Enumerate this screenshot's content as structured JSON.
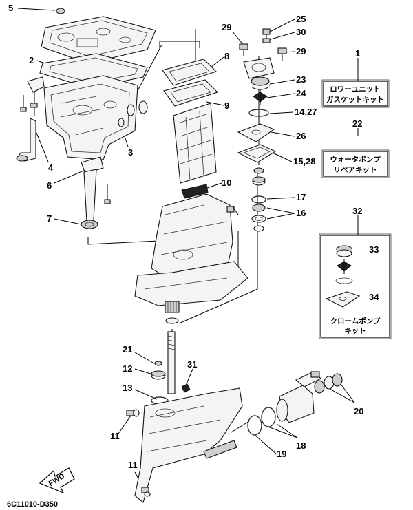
{
  "diagram": {
    "callouts": [
      {
        "id": "c5",
        "text": "5"
      },
      {
        "id": "c2",
        "text": "2"
      },
      {
        "id": "c4",
        "text": "4"
      },
      {
        "id": "c6",
        "text": "6"
      },
      {
        "id": "c7",
        "text": "7"
      },
      {
        "id": "c3",
        "text": "3"
      },
      {
        "id": "c8",
        "text": "8"
      },
      {
        "id": "c9",
        "text": "9"
      },
      {
        "id": "c10",
        "text": "10"
      },
      {
        "id": "c29a",
        "text": "29"
      },
      {
        "id": "c25",
        "text": "25"
      },
      {
        "id": "c30",
        "text": "30"
      },
      {
        "id": "c29b",
        "text": "29"
      },
      {
        "id": "c23",
        "text": "23"
      },
      {
        "id": "c24",
        "text": "24"
      },
      {
        "id": "c1427",
        "text": "14,27"
      },
      {
        "id": "c26",
        "text": "26"
      },
      {
        "id": "c1528",
        "text": "15,28"
      },
      {
        "id": "c17",
        "text": "17"
      },
      {
        "id": "c16",
        "text": "16"
      },
      {
        "id": "c1",
        "text": "1"
      },
      {
        "id": "c22",
        "text": "22"
      },
      {
        "id": "c32",
        "text": "32"
      },
      {
        "id": "c33",
        "text": "33"
      },
      {
        "id": "c34",
        "text": "34"
      },
      {
        "id": "c21",
        "text": "21"
      },
      {
        "id": "c12",
        "text": "12"
      },
      {
        "id": "c13",
        "text": "13"
      },
      {
        "id": "c31",
        "text": "31"
      },
      {
        "id": "c11a",
        "text": "11"
      },
      {
        "id": "c11b",
        "text": "11"
      },
      {
        "id": "c20",
        "text": "20"
      },
      {
        "id": "c18",
        "text": "18"
      },
      {
        "id": "c19",
        "text": "19"
      }
    ],
    "kits": {
      "lower_unit_gasket_kit": [
        "ロワーユニット",
        "ガスケットキット"
      ],
      "water_pump_repair_kit": [
        "ウォータポンプ",
        "リペアキット"
      ],
      "chrome_pump_kit": [
        "クロームポンプ",
        "キット"
      ]
    },
    "fwd_label": "FWD",
    "drawing_code": "6C11010-D350"
  }
}
